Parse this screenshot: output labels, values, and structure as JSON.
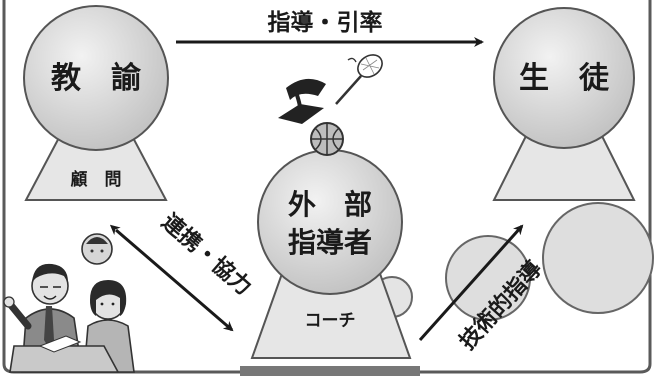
{
  "nodes": {
    "teacher": {
      "label": "教　諭",
      "base_label": "顧　問"
    },
    "student": {
      "label": "生　徒"
    },
    "external": {
      "label_line1": "外　部",
      "label_line2": "指導者",
      "base_label": "コーチ"
    }
  },
  "arrows": {
    "guidance": {
      "label": "指導・引率"
    },
    "cooperation": {
      "label": "連携・協力"
    },
    "technical": {
      "label": "技術的指導"
    }
  },
  "colors": {
    "frame": "#5a5a5a",
    "sphere_fill": "#d4d4d4",
    "sphere_stroke": "#555555",
    "cone_fill": "#e6e6e6",
    "bubble_fill": "#dedede",
    "arrow": "#1a1a1a"
  },
  "icons": {
    "cap": "graduation-cap-icon",
    "racket": "tennis-racket-icon",
    "ball": "basketball-icon",
    "people": "meeting-people-illustration"
  }
}
